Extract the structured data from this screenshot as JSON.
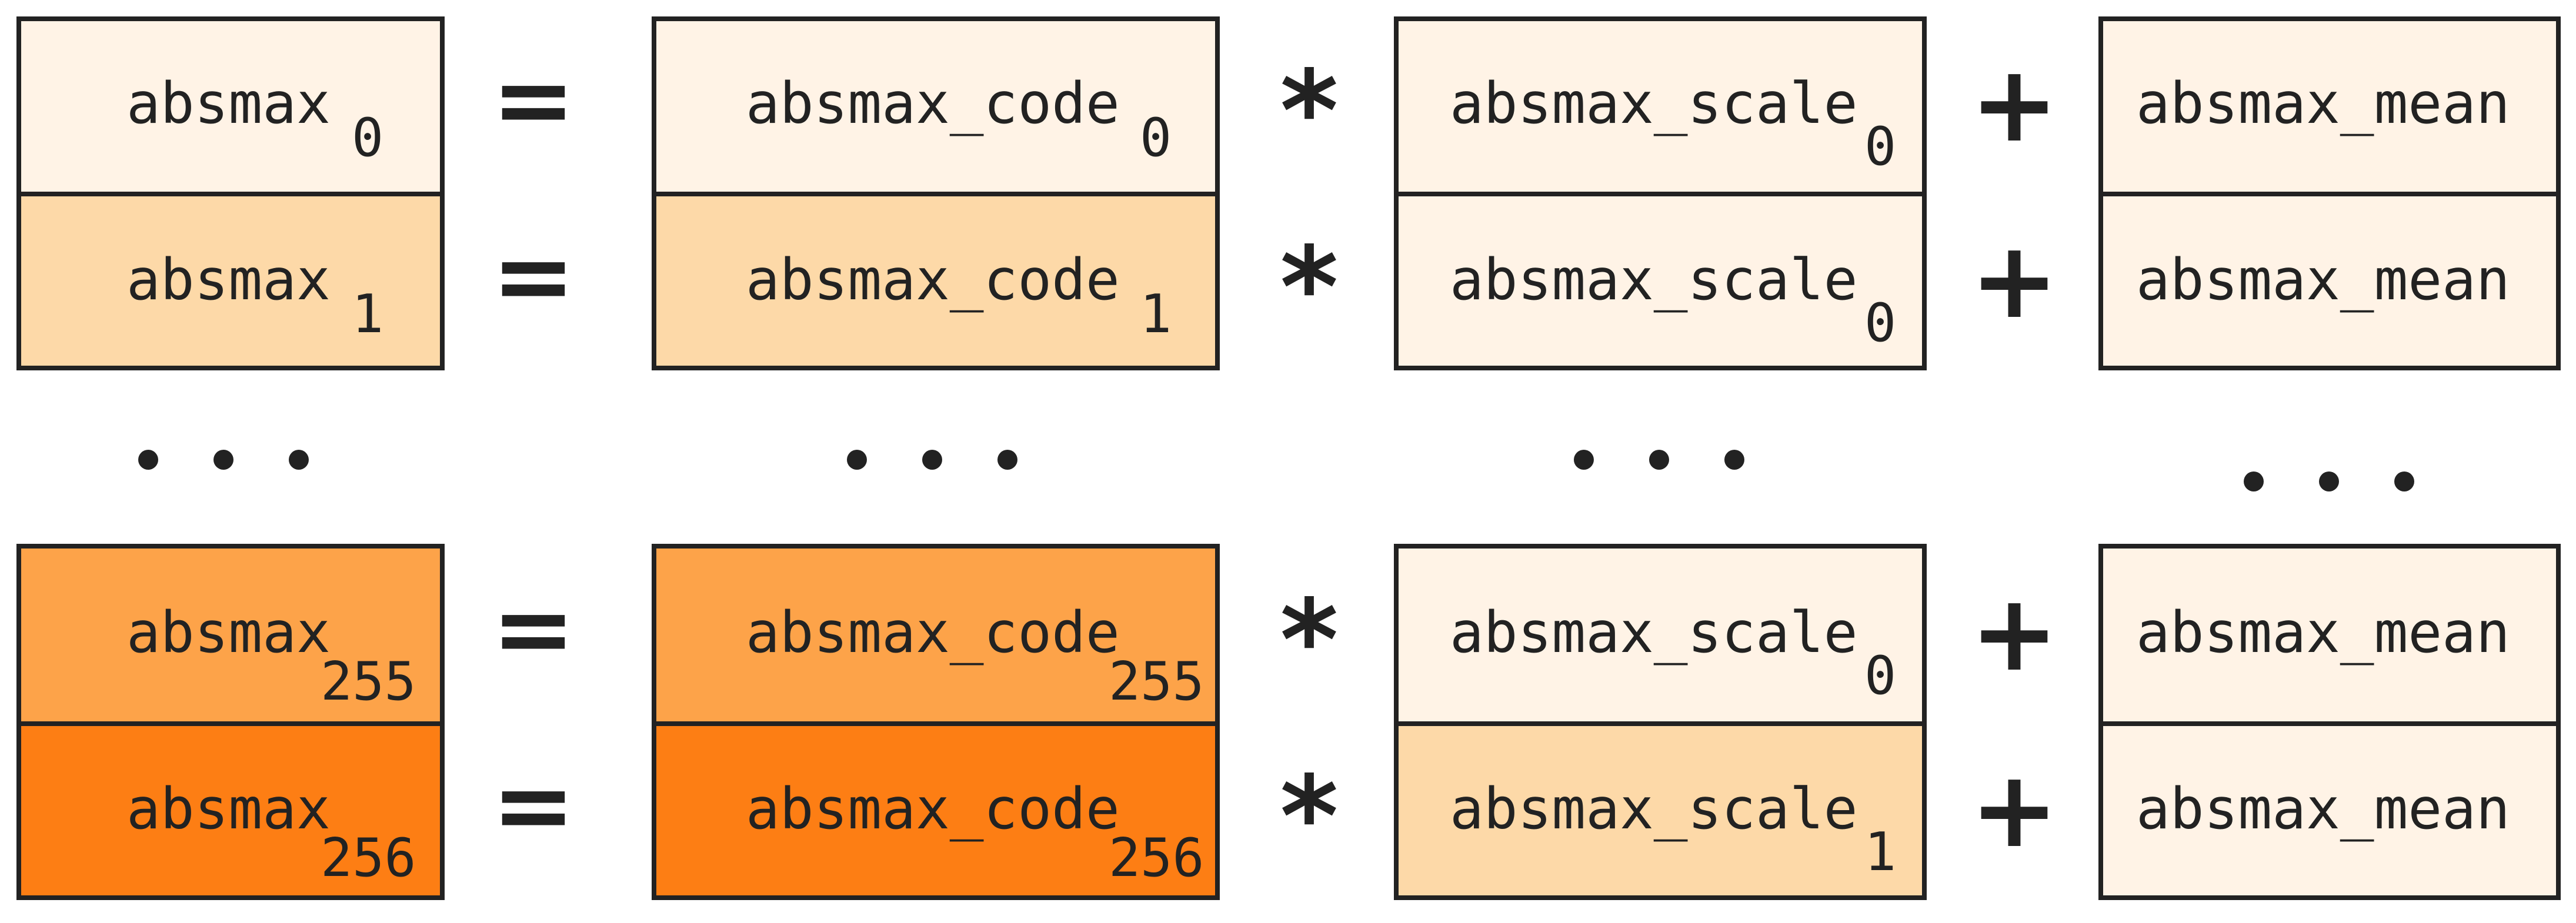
{
  "rows": [
    {
      "absmax": {
        "text": "absmax",
        "sub": "0",
        "fill": "#fff3e6"
      },
      "code": {
        "text": "absmax_code",
        "sub": "0",
        "fill": "#fff3e6"
      },
      "scale": {
        "text": "absmax_scale",
        "sub": "0",
        "fill": "#fff3e6"
      },
      "mean": {
        "text": "absmax_mean",
        "fill": "#fff3e6"
      },
      "eq": "=",
      "mul": "*",
      "plus": "+"
    },
    {
      "absmax": {
        "text": "absmax",
        "sub": "1",
        "fill": "#fdd9a8"
      },
      "code": {
        "text": "absmax_code",
        "sub": "1",
        "fill": "#fdd9a8"
      },
      "scale": {
        "text": "absmax_scale",
        "sub": "0",
        "fill": "#fff3e6"
      },
      "mean": {
        "text": "absmax_mean",
        "fill": "#fff3e6"
      },
      "eq": "=",
      "mul": "*",
      "plus": "+"
    },
    {
      "absmax": {
        "text": "absmax",
        "sub": "255",
        "fill": "#fda349"
      },
      "code": {
        "text": "absmax_code",
        "sub": "255",
        "fill": "#fda349"
      },
      "scale": {
        "text": "absmax_scale",
        "sub": "0",
        "fill": "#fff3e6"
      },
      "mean": {
        "text": "absmax_mean",
        "fill": "#fff3e6"
      },
      "eq": "=",
      "mul": "*",
      "plus": "+"
    },
    {
      "absmax": {
        "text": "absmax",
        "sub": "256",
        "fill": "#fd7e14"
      },
      "code": {
        "text": "absmax_code",
        "sub": "256",
        "fill": "#fd7e14"
      },
      "scale": {
        "text": "absmax_scale",
        "sub": "1",
        "fill": "#fdd9a8"
      },
      "mean": {
        "text": "absmax_mean",
        "fill": "#fff3e6"
      },
      "eq": "=",
      "mul": "*",
      "plus": "+"
    }
  ],
  "colors": {
    "stroke": "#222222",
    "background": "#ffffff"
  }
}
